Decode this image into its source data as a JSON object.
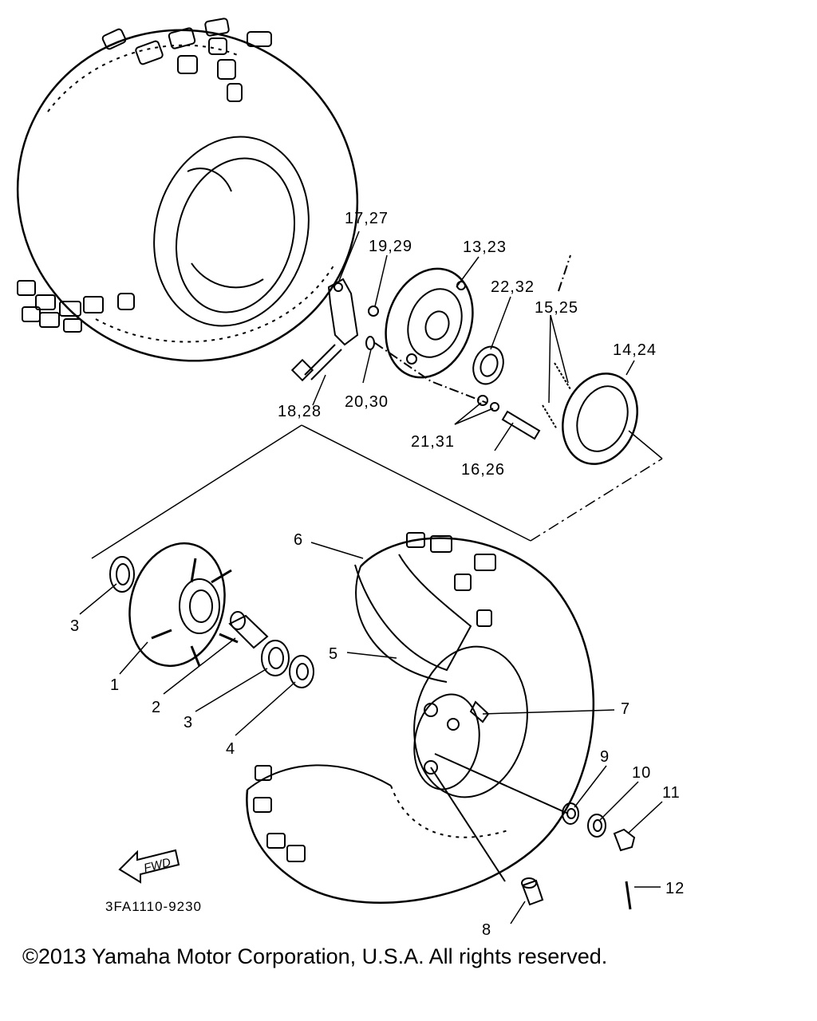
{
  "diagram": {
    "part_code": "3FA1110-9230",
    "fwd_label": "FWD",
    "callouts": [
      {
        "id": "c-17-27",
        "text": "17,27"
      },
      {
        "id": "c-19-29",
        "text": "19,29"
      },
      {
        "id": "c-13-23",
        "text": "13,23"
      },
      {
        "id": "c-22-32",
        "text": "22,32"
      },
      {
        "id": "c-15-25",
        "text": "15,25"
      },
      {
        "id": "c-14-24",
        "text": "14,24"
      },
      {
        "id": "c-18-28",
        "text": "18,28"
      },
      {
        "id": "c-20-30",
        "text": "20,30"
      },
      {
        "id": "c-21-31",
        "text": "21,31"
      },
      {
        "id": "c-16-26",
        "text": "16,26"
      },
      {
        "id": "c-6",
        "text": "6"
      },
      {
        "id": "c-3a",
        "text": "3"
      },
      {
        "id": "c-1",
        "text": "1"
      },
      {
        "id": "c-2",
        "text": "2"
      },
      {
        "id": "c-3b",
        "text": "3"
      },
      {
        "id": "c-4",
        "text": "4"
      },
      {
        "id": "c-5",
        "text": "5"
      },
      {
        "id": "c-7",
        "text": "7"
      },
      {
        "id": "c-9",
        "text": "9"
      },
      {
        "id": "c-10",
        "text": "10"
      },
      {
        "id": "c-11",
        "text": "11"
      },
      {
        "id": "c-12",
        "text": "12"
      },
      {
        "id": "c-8",
        "text": "8"
      }
    ]
  },
  "footer": {
    "copyright": "©2013 Yamaha Motor Corporation, U.S.A. All rights reserved."
  }
}
